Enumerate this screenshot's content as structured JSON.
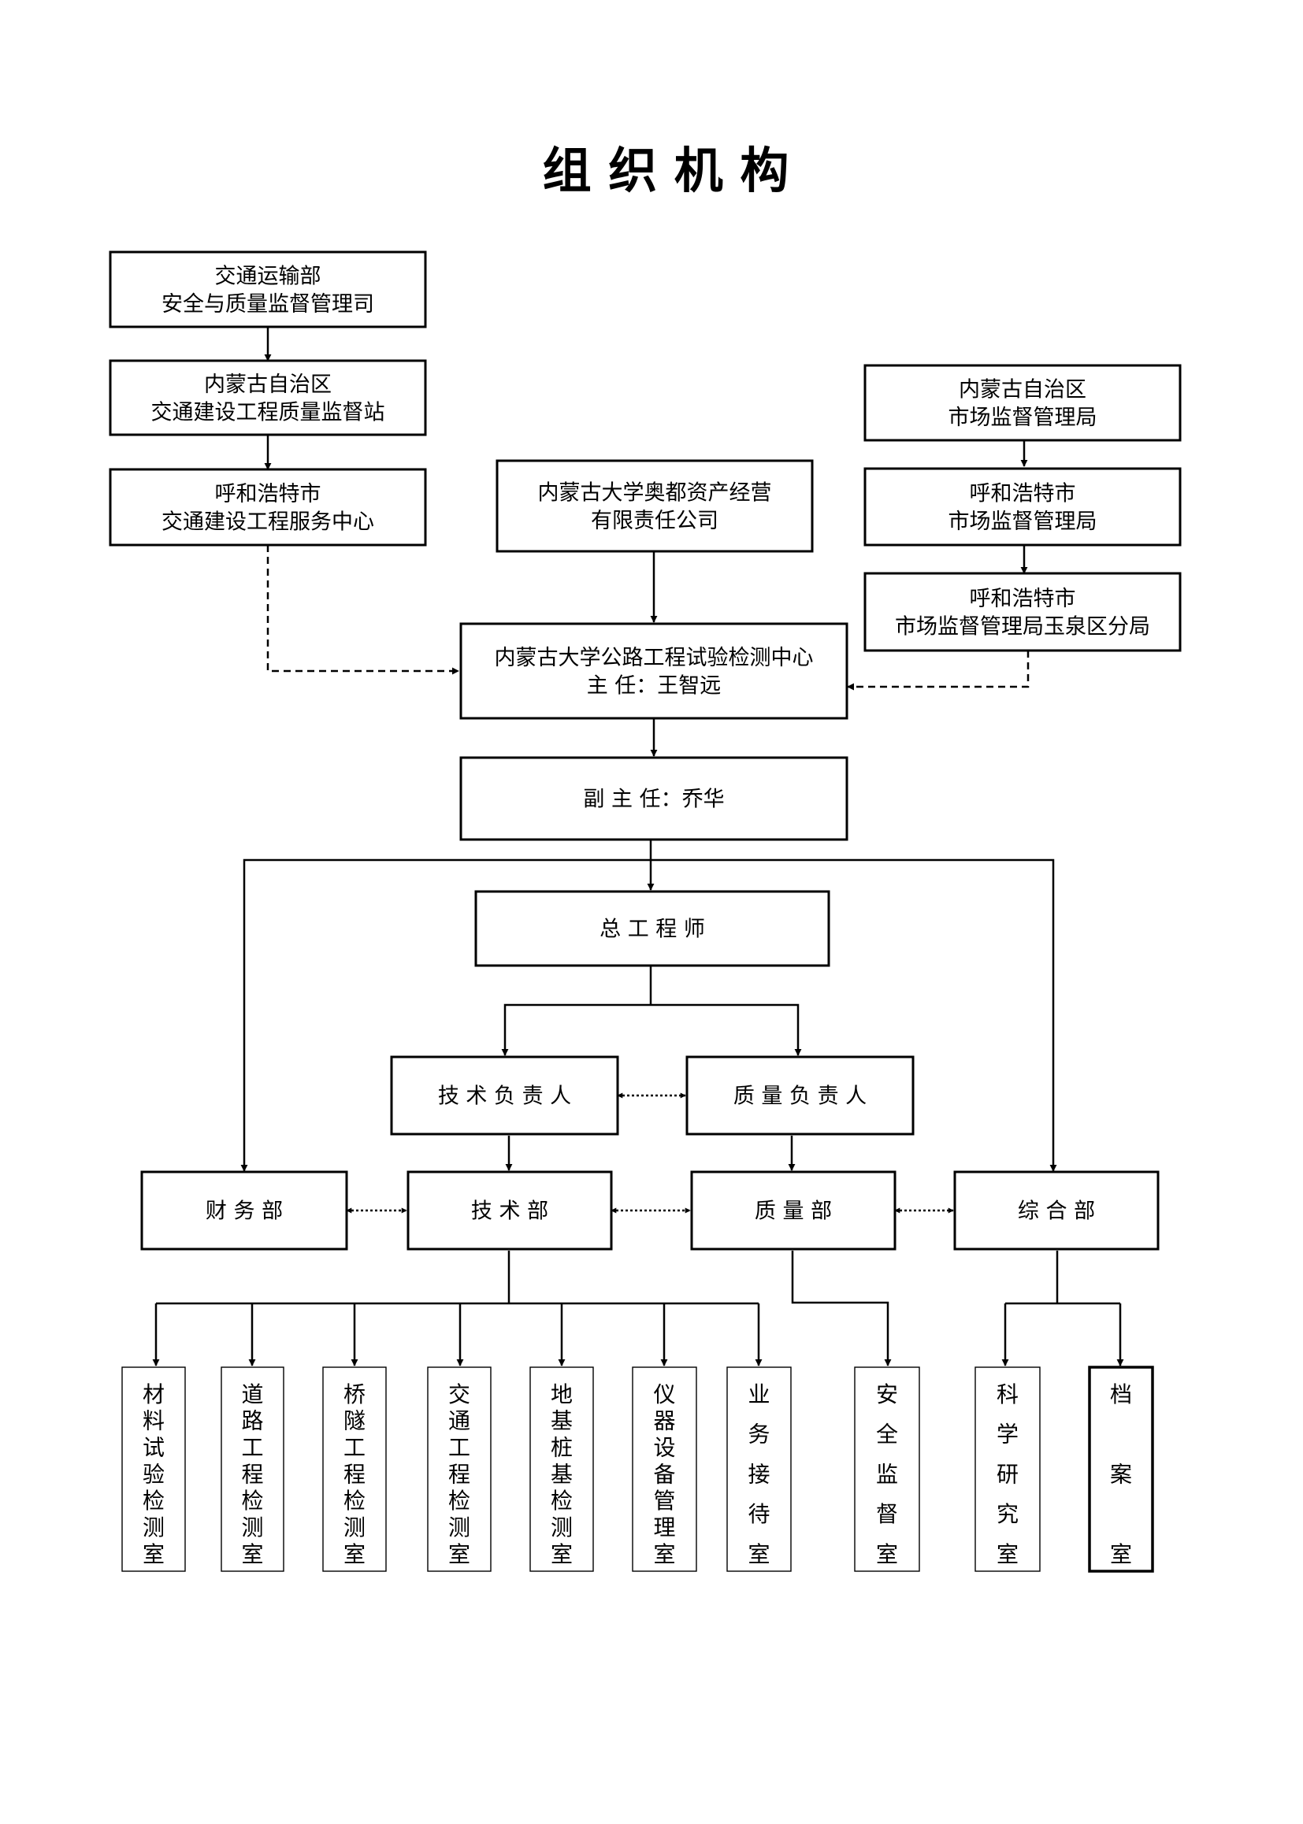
{
  "title": "组 织 机 构",
  "nodes": {
    "mot": {
      "lines": [
        "交通运输部",
        "安全与质量监督管理司"
      ]
    },
    "nmg_station": {
      "lines": [
        "内蒙古自治区",
        "交通建设工程质量监督站"
      ]
    },
    "hh_service": {
      "lines": [
        "呼和浩特市",
        "交通建设工程服务中心"
      ]
    },
    "ordos_asset": {
      "lines": [
        "内蒙古大学奥都资产经营",
        "有限责任公司"
      ]
    },
    "nmg_market": {
      "lines": [
        "内蒙古自治区",
        "市场监督管理局"
      ]
    },
    "hh_market": {
      "lines": [
        "呼和浩特市",
        "市场监督管理局"
      ]
    },
    "yq_branch": {
      "lines": [
        "呼和浩特市",
        "市场监督管理局玉泉区分局"
      ]
    },
    "center": {
      "lines": [
        "内蒙古大学公路工程试验检测中心",
        "主  任：王智远"
      ]
    },
    "deputy": {
      "lines": [
        "副 主 任：乔华"
      ]
    },
    "chief_engineer": {
      "lines": [
        "总 工 程 师"
      ]
    },
    "tech_lead": {
      "lines": [
        "技 术 负 责 人"
      ]
    },
    "quality_lead": {
      "lines": [
        "质 量 负 责 人"
      ]
    },
    "finance": {
      "lines": [
        "财 务 部"
      ]
    },
    "tech_dept": {
      "lines": [
        "技 术 部"
      ]
    },
    "quality_dept": {
      "lines": [
        "质 量 部"
      ]
    },
    "general_dept": {
      "lines": [
        "综 合 部"
      ]
    }
  },
  "rooms": [
    "材料试验检测室",
    "道路工程检测室",
    "桥隧工程检测室",
    "交通工程检测室",
    "地基桩基检测室",
    "仪器设备管理室",
    "业务接待室",
    "安全监督室",
    "科学研究室",
    "档案室"
  ]
}
